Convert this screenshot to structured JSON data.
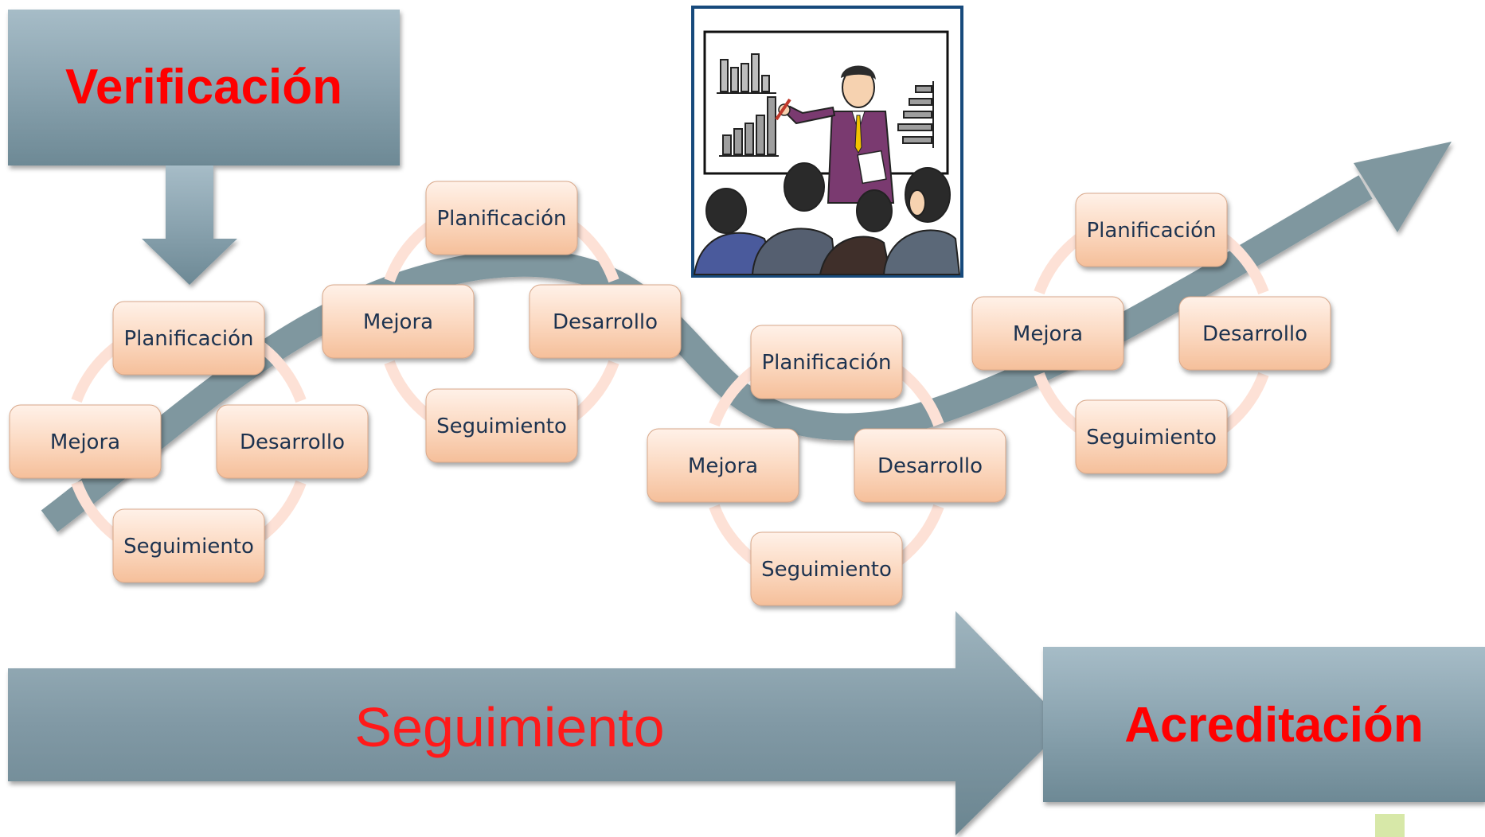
{
  "header": {
    "verification_label": "Verificación",
    "accreditation_label": "Acreditación",
    "follow_up_label": "Seguimiento"
  },
  "cycles": [
    {
      "planning": "Planificación",
      "development": "Desarrollo",
      "follow_up": "Seguimiento",
      "improvement": "Mejora"
    },
    {
      "planning": "Planificación",
      "development": "Desarrollo",
      "follow_up": "Seguimiento",
      "improvement": "Mejora"
    },
    {
      "planning": "Planificación",
      "development": "Desarrollo",
      "follow_up": "Seguimiento",
      "improvement": "Mejora"
    },
    {
      "planning": "Planificación",
      "development": "Desarrollo",
      "follow_up": "Seguimiento",
      "improvement": "Mejora"
    }
  ],
  "colors": {
    "title_text": "#ff0000",
    "panel_fill": "#7f9aa6",
    "arrow_fill": "#7f979f",
    "node_fill": "#fcd1b6",
    "node_text": "#1f3350",
    "ring": "#fde1d6",
    "clipart_frame": "#174a7c",
    "bottom_marker": "#d7e8a8"
  },
  "icons": {
    "presentation": "presentation-clipart-icon",
    "down_arrow": "down-arrow-icon",
    "process_arrow": "process-arrow-icon"
  }
}
